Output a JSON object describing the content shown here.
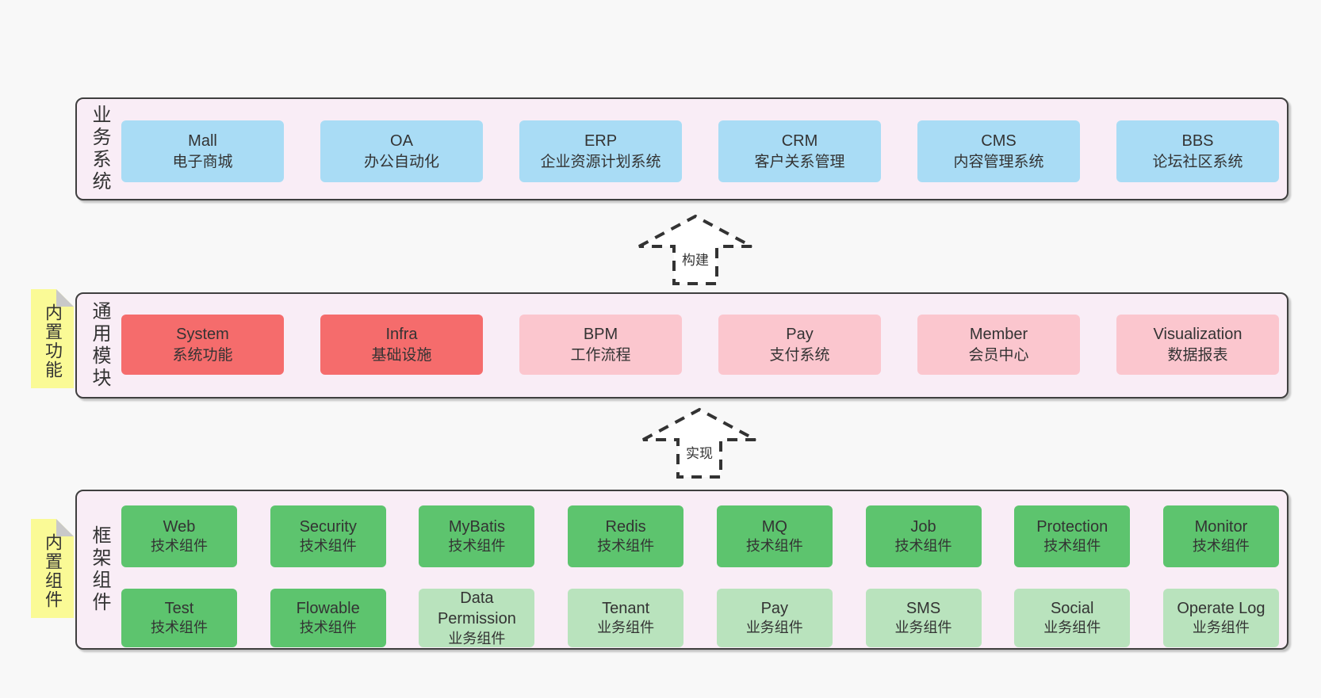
{
  "layers": [
    {
      "id": "business",
      "label": "业务系统",
      "tag": null,
      "boxes": [
        {
          "title": "Mall",
          "subtitle": "电子商城",
          "variant": "blue"
        },
        {
          "title": "OA",
          "subtitle": "办公自动化",
          "variant": "blue"
        },
        {
          "title": "ERP",
          "subtitle": "企业资源计划系统",
          "variant": "blue"
        },
        {
          "title": "CRM",
          "subtitle": "客户关系管理",
          "variant": "blue"
        },
        {
          "title": "CMS",
          "subtitle": "内容管理系统",
          "variant": "blue"
        },
        {
          "title": "BBS",
          "subtitle": "论坛社区系统",
          "variant": "blue"
        }
      ]
    },
    {
      "id": "modules",
      "label": "通用模块",
      "tag": "内置功能",
      "boxes": [
        {
          "title": "System",
          "subtitle": "系统功能",
          "variant": "red"
        },
        {
          "title": "Infra",
          "subtitle": "基础设施",
          "variant": "red"
        },
        {
          "title": "BPM",
          "subtitle": "工作流程",
          "variant": "pink"
        },
        {
          "title": "Pay",
          "subtitle": "支付系统",
          "variant": "pink"
        },
        {
          "title": "Member",
          "subtitle": "会员中心",
          "variant": "pink"
        },
        {
          "title": "Visualization",
          "subtitle": "数据报表",
          "variant": "pink"
        }
      ]
    },
    {
      "id": "framework",
      "label": "框架组件",
      "tag": "内置组件",
      "rows": [
        [
          {
            "title": "Web",
            "subtitle": "技术组件",
            "variant": "green"
          },
          {
            "title": "Security",
            "subtitle": "技术组件",
            "variant": "green"
          },
          {
            "title": "MyBatis",
            "subtitle": "技术组件",
            "variant": "green"
          },
          {
            "title": "Redis",
            "subtitle": "技术组件",
            "variant": "green"
          },
          {
            "title": "MQ",
            "subtitle": "技术组件",
            "variant": "green"
          },
          {
            "title": "Job",
            "subtitle": "技术组件",
            "variant": "green"
          },
          {
            "title": "Protection",
            "subtitle": "技术组件",
            "variant": "green"
          },
          {
            "title": "Monitor",
            "subtitle": "技术组件",
            "variant": "green"
          }
        ],
        [
          {
            "title": "Test",
            "subtitle": "技术组件",
            "variant": "green"
          },
          {
            "title": "Flowable",
            "subtitle": "技术组件",
            "variant": "green"
          },
          {
            "title": "Data Permission",
            "subtitle": "业务组件",
            "variant": "lightgreen"
          },
          {
            "title": "Tenant",
            "subtitle": "业务组件",
            "variant": "lightgreen"
          },
          {
            "title": "Pay",
            "subtitle": "业务组件",
            "variant": "lightgreen"
          },
          {
            "title": "SMS",
            "subtitle": "业务组件",
            "variant": "lightgreen"
          },
          {
            "title": "Social",
            "subtitle": "业务组件",
            "variant": "lightgreen"
          },
          {
            "title": "Operate Log",
            "subtitle": "业务组件",
            "variant": "lightgreen"
          }
        ]
      ]
    }
  ],
  "arrows": [
    {
      "label": "构建"
    },
    {
      "label": "实现"
    }
  ],
  "colors": {
    "page_bg": "#f8f8f8",
    "panel_bg": "#f9edf6",
    "panel_border": "#3f3f3f",
    "blue": "#a9dcf5",
    "red": "#f56c6c",
    "pink": "#fbc6ce",
    "green": "#5dc46e",
    "light_green": "#b9e3bd",
    "tag_yellow": "#fafa96",
    "fold_gray": "#c9c9c9",
    "text": "#333333"
  }
}
